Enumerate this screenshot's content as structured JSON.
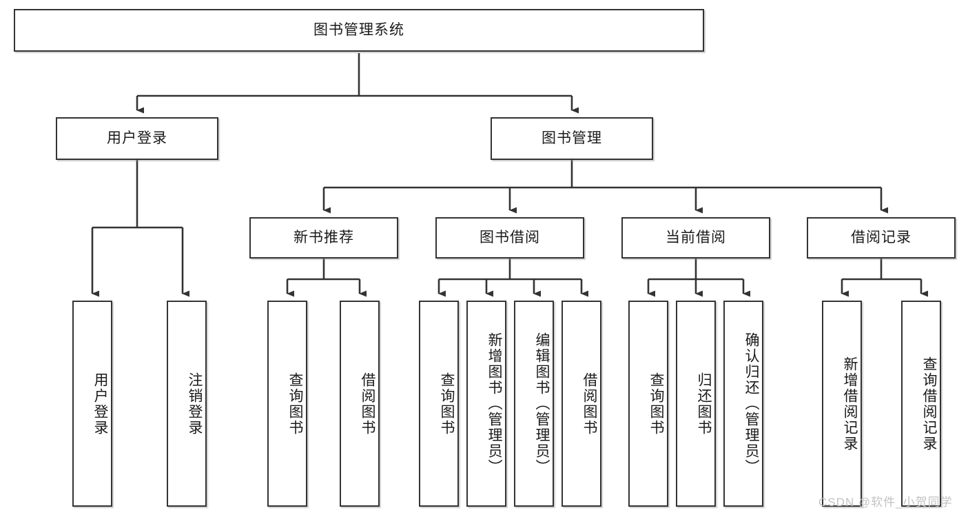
{
  "diagram": {
    "title": "图书管理系统",
    "root": {
      "label": "图书管理系统"
    },
    "level2": [
      {
        "label": "用户登录"
      },
      {
        "label": "图书管理"
      }
    ],
    "level3": [
      {
        "label": "新书推荐"
      },
      {
        "label": "图书借阅"
      },
      {
        "label": "当前借阅"
      },
      {
        "label": "借阅记录"
      }
    ],
    "leaves": {
      "user_login": [
        {
          "label": "用户登录"
        },
        {
          "label": "注销登录"
        }
      ],
      "new_book_recommend": [
        {
          "label": "查询图书"
        },
        {
          "label": "借阅图书"
        }
      ],
      "book_borrow": [
        {
          "label": "查询图书"
        },
        {
          "label": "新增图书（管理员）"
        },
        {
          "label": "编辑图书（管理员）"
        },
        {
          "label": "借阅图书"
        }
      ],
      "current_borrow": [
        {
          "label": "查询图书"
        },
        {
          "label": "归还图书"
        },
        {
          "label": "确认归还（管理员）"
        }
      ],
      "borrow_record": [
        {
          "label": "新增借阅记录"
        },
        {
          "label": "查询借阅记录"
        }
      ]
    }
  },
  "watermark": {
    "text": "CSDN @软件_小贺同学"
  },
  "colors": {
    "node_border": "#333333",
    "node_fill": "#ffffff",
    "edge": "#333333",
    "text": "#1a1a1a",
    "watermark": "#c2c2c2"
  }
}
